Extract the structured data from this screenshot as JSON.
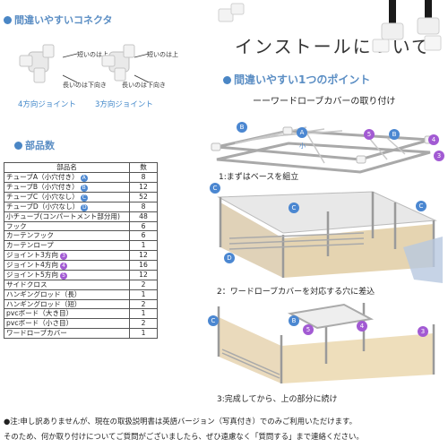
{
  "connector_section": {
    "title": "間違いやすいコネクタ",
    "four_way": {
      "long_label": "長いのは下向き",
      "short_label": "短いのは上",
      "name": "4方向ジョイント"
    },
    "three_way": {
      "long_label": "長いのは下向き",
      "short_label": "短いのは上",
      "name": "3方向ジョイント"
    }
  },
  "install": {
    "title": "インストールについて",
    "point_title": "間違いやすい1つのポイント",
    "subtitle": "ーーワードローブカバーの取り付け",
    "steps": [
      "1:まずはベースを組立",
      "2：ワードローブカバーを対応する穴に差込",
      "3:完成してから、上の部分に続け"
    ],
    "small_label": "小"
  },
  "parts_section": {
    "title": "部品数",
    "header": {
      "name": "部品名",
      "qty": "数"
    },
    "rows": [
      {
        "name": "チューブA（小穴付き）",
        "badge": "A",
        "badge_color": "#4b87d1",
        "qty": "8"
      },
      {
        "name": "チューブB（小穴付き）",
        "badge": "B",
        "badge_color": "#4b87d1",
        "qty": "12"
      },
      {
        "name": "チューブC（小穴なし）",
        "badge": "C",
        "badge_color": "#4b87d1",
        "qty": "52"
      },
      {
        "name": "チューブD（小穴なし）",
        "badge": "D",
        "badge_color": "#4b87d1",
        "qty": "8"
      },
      {
        "name": "小チューブ(コンパートメント部分用)",
        "badge": "",
        "qty": "48"
      },
      {
        "name": "フック",
        "badge": "",
        "qty": "6"
      },
      {
        "name": "カーテンフック",
        "badge": "",
        "qty": "6"
      },
      {
        "name": "カーテンロープ",
        "badge": "",
        "qty": "1"
      },
      {
        "name": "ジョイント3方向",
        "badge": "3",
        "badge_color": "#a25ad3",
        "qty": "12"
      },
      {
        "name": "ジョイント4方向",
        "badge": "4",
        "badge_color": "#a25ad3",
        "qty": "16"
      },
      {
        "name": "ジョイント5方向",
        "badge": "5",
        "badge_color": "#a25ad3",
        "qty": "12"
      },
      {
        "name": "サイドクロス",
        "badge": "",
        "qty": "2"
      },
      {
        "name": "ハンギングロッド（長）",
        "badge": "",
        "qty": "1"
      },
      {
        "name": "ハンギングロッド（短）",
        "badge": "",
        "qty": "2"
      },
      {
        "name": "pvcボード（大き目）",
        "badge": "",
        "qty": "1"
      },
      {
        "name": "pvcボード（小さ目）",
        "badge": "",
        "qty": "2"
      },
      {
        "name": "ワードローブカバー",
        "badge": "",
        "qty": "1"
      }
    ]
  },
  "notes": [
    "●注:申し訳ありませんが、現在の取扱説明書は英語バージョン（写真付き）でのみご利用いただけます。",
    "そのため、何か取り付けについてご質問がございましたら、ぜひ遠慮なく「質問する」まで連絡ください。"
  ],
  "colors": {
    "accent": "#5b8ec4",
    "badge_blue": "#4b87d1",
    "badge_purple": "#a25ad3"
  }
}
